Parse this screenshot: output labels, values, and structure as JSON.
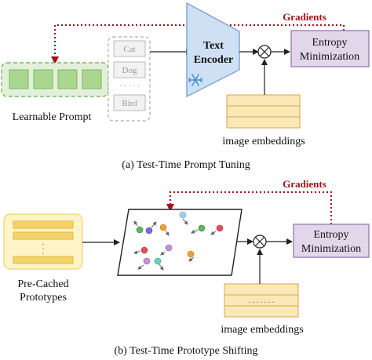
{
  "top_panel": {
    "gradients_label": "Gradients",
    "prompt_tokens": [
      "Cat",
      "Dog",
      "· · · · ·",
      "Bird"
    ],
    "learnable_prompt_label": "Learnable Prompt",
    "text_encoder_label": [
      "Text",
      "Encoder"
    ],
    "entropy_label": [
      "Entropy",
      "Minimization"
    ],
    "image_embeddings_label": "image embeddings",
    "caption": "(a) Test-Time Prompt Tuning"
  },
  "bottom_panel": {
    "gradients_label": "Gradients",
    "precached_label": [
      "Pre-Cached",
      "Prototypes"
    ],
    "precached_dots": ".",
    "entropy_label": [
      "Entropy",
      "Minimization"
    ],
    "embedding_dots": ". . . . . . .",
    "image_embeddings_label": "image embeddings",
    "caption": "(b) Test-Time Prototype Shifting"
  },
  "colors": {
    "gradient_red": "#a3111a",
    "green_fill": "#a9d78f",
    "green_border": "#7fb36a",
    "encoder_fill": "#cfe0f4",
    "encoder_border": "#7aa3cf",
    "entropy_fill": "#e2d6ea",
    "entropy_border": "#9a83b4",
    "embed_fill": "#fbe8b7",
    "embed_border": "#d7a64b",
    "proto_bg": "#fef4c7",
    "proto_bar": "#f6d26b",
    "snowflake": "#4a90d9"
  }
}
